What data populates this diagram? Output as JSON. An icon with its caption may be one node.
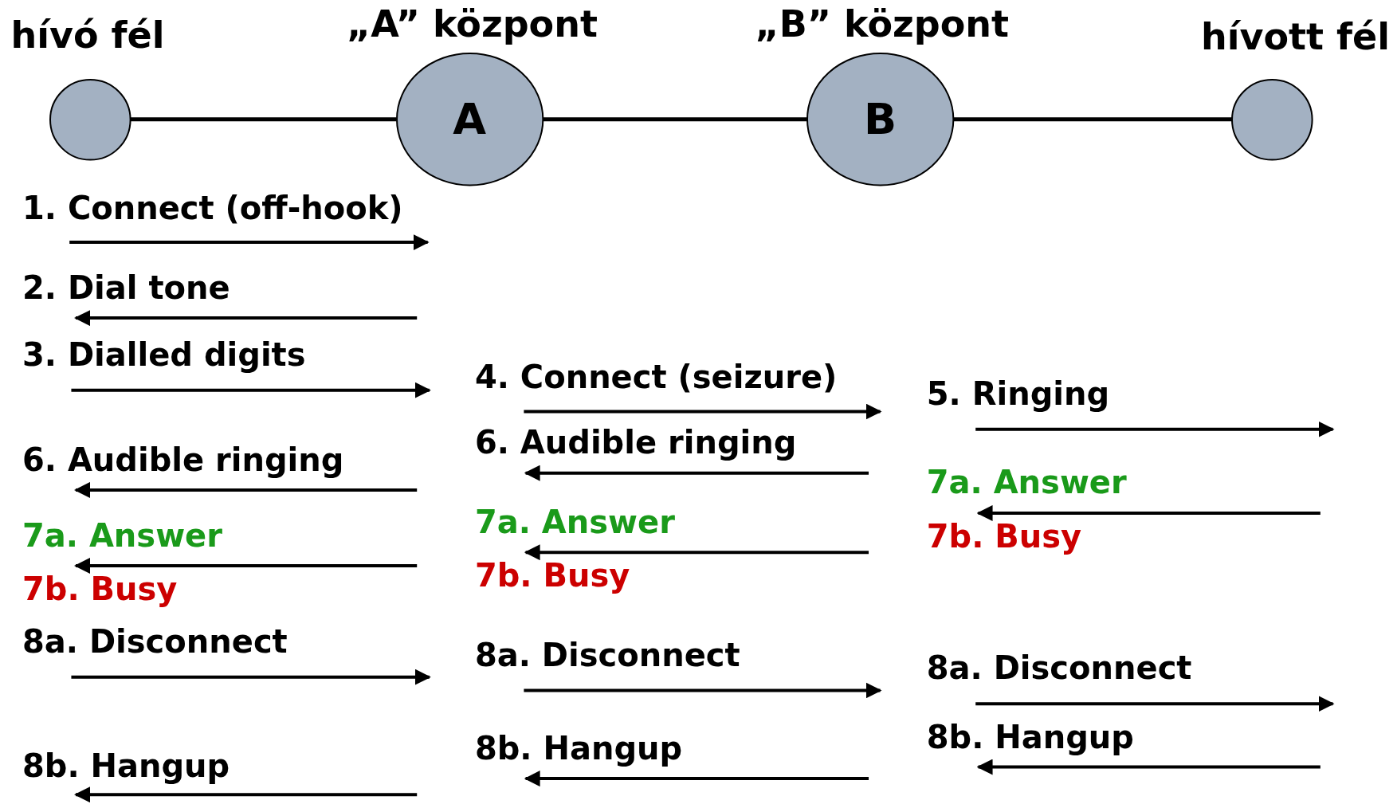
{
  "diagram": {
    "nodes": [
      {
        "text": [
          "hívó fél"
        ]
      },
      {
        "text": [
          "„A” központ",
          "A"
        ]
      },
      {
        "text": [
          "„B” központ",
          "B"
        ]
      },
      {
        "text": [
          "hívott fél"
        ]
      }
    ],
    "edges": [
      {
        "from": 0,
        "to": 1,
        "arrow": "none"
      },
      {
        "from": 1,
        "to": 2,
        "arrow": "none"
      },
      {
        "from": 2,
        "to": 3,
        "arrow": "none"
      }
    ],
    "labels": [
      "1. Connect (off-hook)",
      "2. Dial tone",
      "3. Dialled digits",
      "6. Audible ringing",
      "7a. Answer",
      "7b. Busy",
      "8a. Disconnect",
      "8b. Hangup",
      "4. Connect (seizure)",
      "6. Audible ringing",
      "7a. Answer",
      "7b. Busy",
      "8a. Disconnect",
      "8b. Hangup",
      "5. Ringing",
      "7a. Answer",
      "7b. Busy",
      "8a. Disconnect",
      "8b. Hangup"
    ]
  }
}
